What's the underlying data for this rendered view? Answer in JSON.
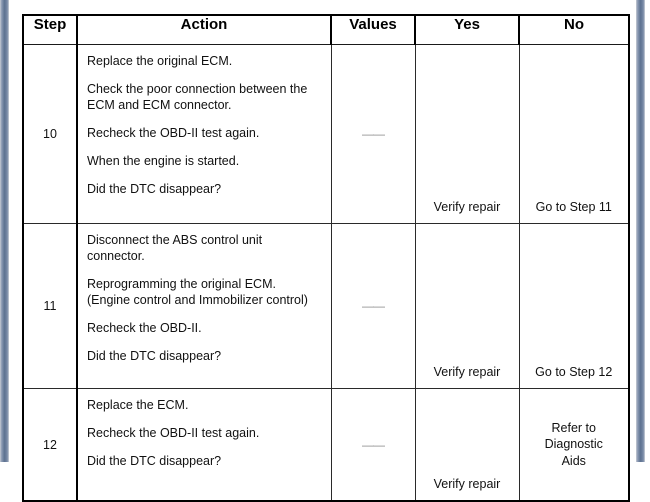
{
  "document": {
    "type": "diagnostic-procedure-table",
    "page_edge_color": "#5c7190",
    "background_color": "#ffffff"
  },
  "table": {
    "headers": {
      "step": "Step",
      "action": "Action",
      "values": "Values",
      "yes": "Yes",
      "no": "No"
    },
    "rows": [
      {
        "step": "10",
        "action_lines": [
          "Replace the original ECM.",
          "Check the poor connection between the",
          "ECM and ECM connector.",
          "Recheck the OBD-II test again.",
          "When the engine is started.",
          "Did the DTC disappear?"
        ],
        "values": "——",
        "yes": "Verify repair",
        "no": "Go to Step 11"
      },
      {
        "step": "11",
        "action_lines": [
          "Disconnect the ABS control unit",
          "connector.",
          "Reprogramming the original ECM.",
          "(Engine control and Immobilizer control)",
          "Recheck the OBD-II.",
          "Did the DTC disappear?"
        ],
        "values": "——",
        "yes": "Verify repair",
        "no": "Go to Step 12"
      },
      {
        "step": "12",
        "action_lines": [
          "Replace the ECM.",
          "Recheck the OBD-II test again.",
          "Did the DTC disappear?"
        ],
        "values": "——",
        "yes": "Verify repair",
        "no_lines": [
          "Refer to",
          "Diagnostic",
          "Aids"
        ]
      }
    ]
  }
}
